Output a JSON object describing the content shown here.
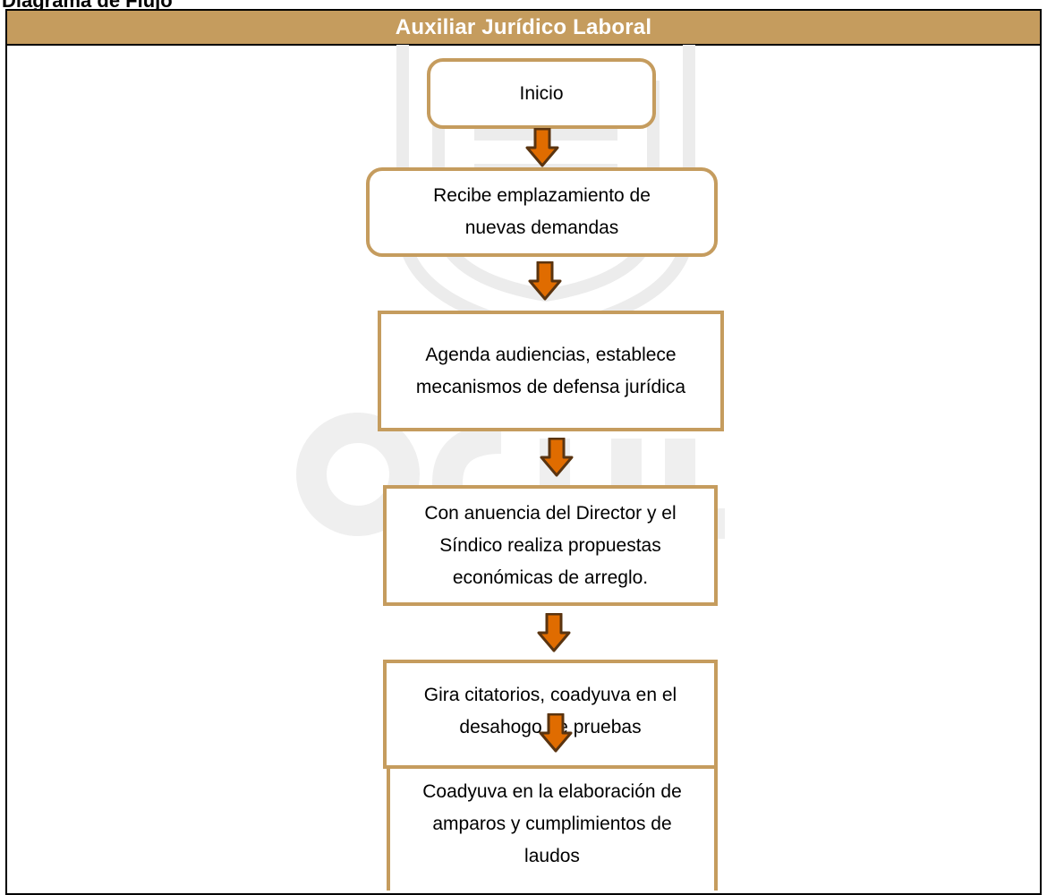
{
  "page": {
    "section_title": "Diagrama de Flujo",
    "header_title": "Auxiliar Jurídico Laboral"
  },
  "colors": {
    "header_fill": "#c59c5e",
    "node_border": "#c59c5e",
    "arrow_fill": "#e06c00",
    "arrow_outline": "#5a3410"
  },
  "flow": {
    "steps": [
      {
        "text": "Inicio",
        "shape": "rounded"
      },
      {
        "text": "Recibe emplazamiento de nuevas demandas",
        "shape": "rounded"
      },
      {
        "text": "Agenda audiencias, establece mecanismos de defensa jurídica",
        "shape": "rect"
      },
      {
        "text": "Con anuencia del Director y el Síndico realiza propuestas económicas de arreglo.",
        "shape": "rect"
      },
      {
        "text": "Gira citatorios, coadyuva en el desahogo de pruebas",
        "shape": "rect"
      },
      {
        "text": "Coadyuva en la elaboración de amparos y cumplimientos de laudos",
        "shape": "rect"
      }
    ]
  }
}
